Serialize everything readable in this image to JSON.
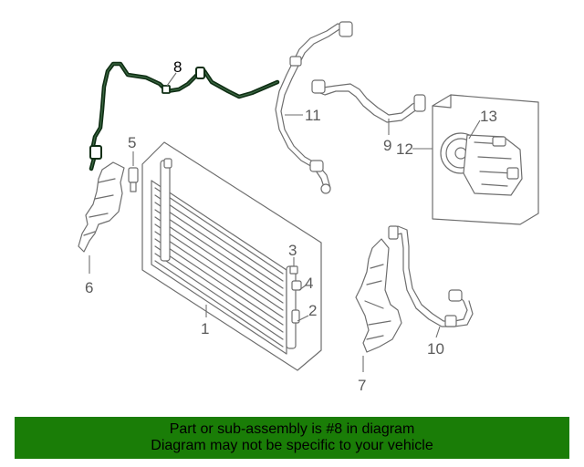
{
  "callouts": {
    "c1": "1",
    "c2": "2",
    "c3": "3",
    "c4": "4",
    "c5": "5",
    "c6": "6",
    "c7": "7",
    "c8": "8",
    "c9": "9",
    "c10": "10",
    "c11": "11",
    "c12": "12",
    "c13": "13"
  },
  "highlighted_part": "8",
  "banner": {
    "line1": "Part or sub-assembly is #8 in diagram",
    "line2": "Diagram may not be specific to your vehicle"
  },
  "colors": {
    "banner_bg": "#1a7d07",
    "highlight_part": "#0f2e14",
    "part_line": "#6e6e6e"
  }
}
